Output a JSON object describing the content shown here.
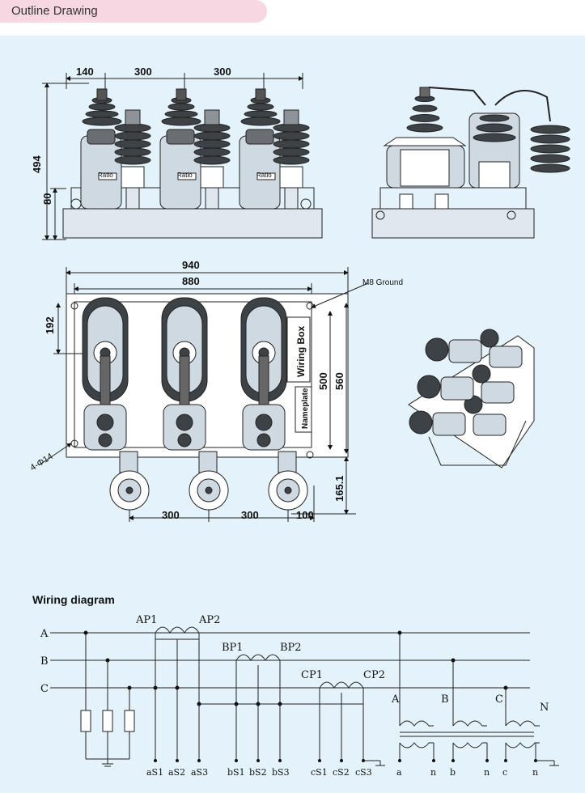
{
  "header": {
    "title": "Outline Drawing"
  },
  "front_view": {
    "dims_top": [
      "140",
      "300",
      "300"
    ],
    "dims_left": [
      "494",
      "80"
    ],
    "nameplate": "Ratio"
  },
  "top_view": {
    "overall": "940",
    "inner": "880",
    "left_dim": "192",
    "right_inner": "500",
    "right_outer": "560",
    "bottom_right": "165.1",
    "bottom_dims": [
      "300",
      "300",
      "100"
    ],
    "ground": "M8 Ground",
    "holes": "4-Φ14",
    "wiring_box": "Wiring Box",
    "nameplate": "Nameplate"
  },
  "wiring": {
    "title": "Wiring diagram",
    "lines": [
      "A",
      "B",
      "C"
    ],
    "primary": [
      "AP1",
      "AP2",
      "BP1",
      "BP2",
      "CP1",
      "CP2"
    ],
    "secondary": [
      "aS1",
      "aS2",
      "aS3",
      "bS1",
      "bS2",
      "bS3",
      "cS1",
      "cS2",
      "cS3"
    ],
    "vt_primary": [
      "A",
      "B",
      "C",
      "N"
    ],
    "vt_secondary": [
      "a",
      "n",
      "b",
      "n",
      "c",
      "n"
    ]
  }
}
